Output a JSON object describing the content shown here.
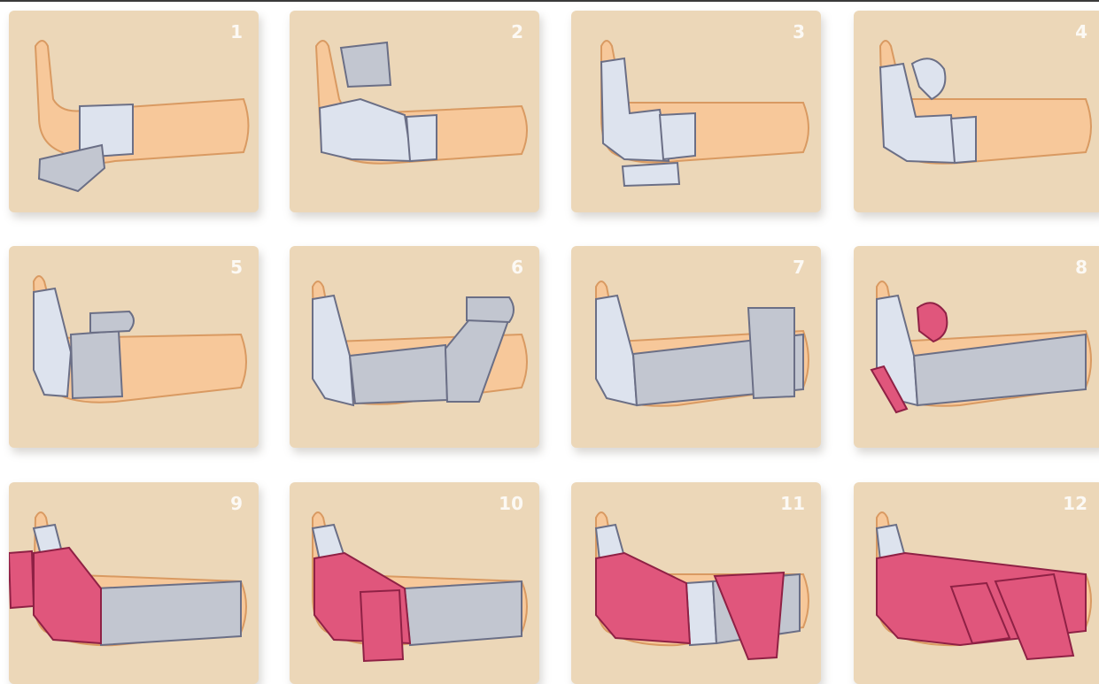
{
  "colors": {
    "panel_bg": "#ecd7b8",
    "skin": "#f7c89a",
    "skin_outline": "#d99a62",
    "padding_bandage": "#dde3ee",
    "crepe_bandage": "#c2c6d0",
    "compression_bandage": "#e0567c",
    "outline": "#6b6f86"
  },
  "steps": [
    {
      "number": "1"
    },
    {
      "number": "2"
    },
    {
      "number": "3"
    },
    {
      "number": "4"
    },
    {
      "number": "5"
    },
    {
      "number": "6"
    },
    {
      "number": "7"
    },
    {
      "number": "8"
    },
    {
      "number": "9"
    },
    {
      "number": "10"
    },
    {
      "number": "11"
    },
    {
      "number": "12"
    }
  ]
}
